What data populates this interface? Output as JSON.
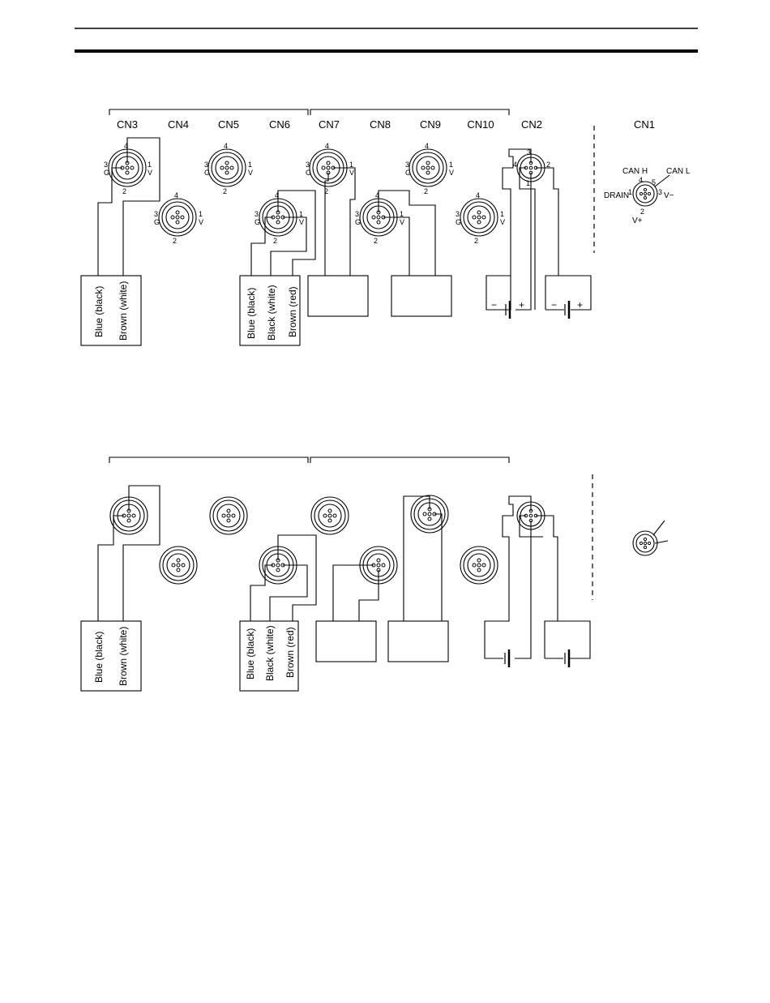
{
  "connector_labels": [
    "CN3",
    "CN4",
    "CN5",
    "CN6",
    "CN7",
    "CN8",
    "CN9",
    "CN10",
    "CN2",
    "CN1"
  ],
  "pin_labels": {
    "p1": "1",
    "p2": "2",
    "p3": "3",
    "p4": "4",
    "p5": "5",
    "g": "G",
    "v": "V"
  },
  "cn1_labels": {
    "can_h": "CAN H",
    "can_l": "CAN L",
    "drain": "DRAIN",
    "v_minus": "V−",
    "v_plus": "V+"
  },
  "sensor_labels": {
    "blue_black": "Blue (black)",
    "brown_white": "Brown (white)",
    "black_white": "Black (white)",
    "brown_red": "Brown (red)"
  },
  "polarity": {
    "minus": "−",
    "plus": "+"
  }
}
